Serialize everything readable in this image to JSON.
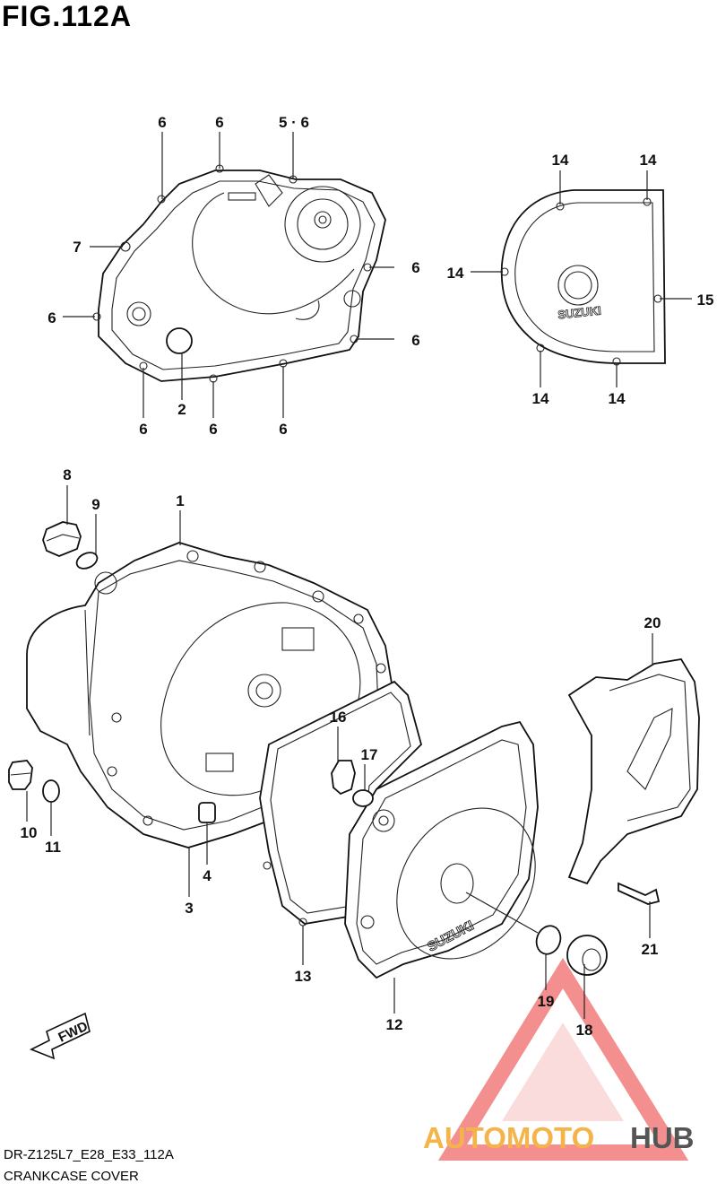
{
  "figure": {
    "title": "FIG.112A",
    "code": "DR-Z125L7_E28_E33_112A",
    "caption": "CRANKCASE COVER"
  },
  "callouts": {
    "c6a": "6",
    "c6b": "6",
    "c56": "5 · 6",
    "c7": "7",
    "c6c": "6",
    "c6d": "6",
    "c6e": "6",
    "c6f": "6",
    "c6g": "6",
    "c6h": "6",
    "c2": "2",
    "c14a": "14",
    "c14b": "14",
    "c14c": "14",
    "c15": "15",
    "c14d": "14",
    "c14e": "14",
    "c8": "8",
    "c9": "9",
    "c1": "1",
    "c20": "20",
    "c16": "16",
    "c17": "17",
    "c10": "10",
    "c11": "11",
    "c4": "4",
    "c3": "3",
    "c21": "21",
    "c13": "13",
    "c19": "19",
    "c12": "12",
    "c18": "18"
  },
  "brand_marks": {
    "upper_cover": "SUZUKI",
    "lower_cover": "SUZUKI"
  },
  "direction": {
    "label": "FWD"
  },
  "watermark": {
    "part1": "AUTOMOTO",
    "part2": "HUB"
  }
}
